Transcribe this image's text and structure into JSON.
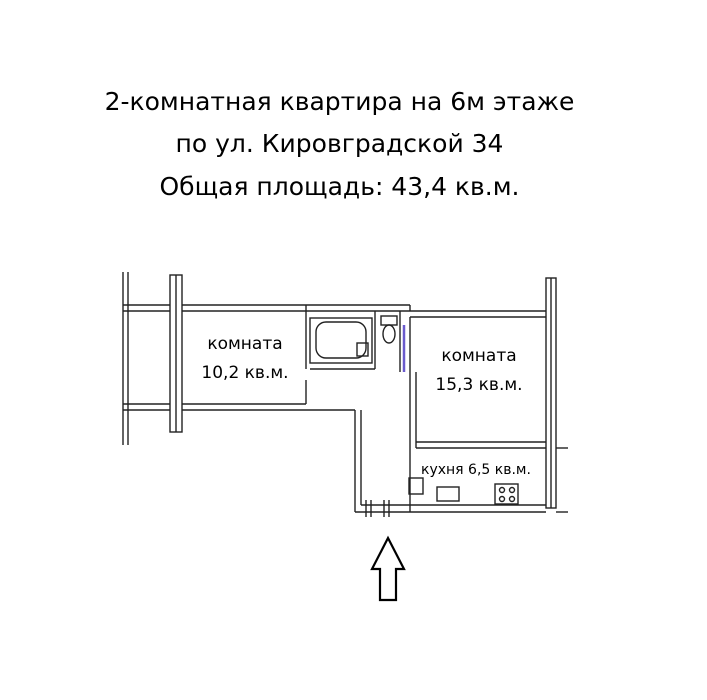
{
  "header": {
    "line1": "2-комнатная квартира на 6м этаже",
    "line2": "по ул. Кировградской 34",
    "line3": "Общая площадь: 43,4 кв.м."
  },
  "plan": {
    "room_left": {
      "name": "комната",
      "area": "10,2 кв.м."
    },
    "room_right": {
      "name": "комната",
      "area": "15,3 кв.м."
    },
    "kitchen": {
      "label": "кухня 6,5 кв.м."
    }
  },
  "colors": {
    "wall": "#222222",
    "window": "#555555",
    "door_accent": "#6a5acd"
  },
  "icons": {
    "entrance": "entrance-arrow-icon"
  }
}
